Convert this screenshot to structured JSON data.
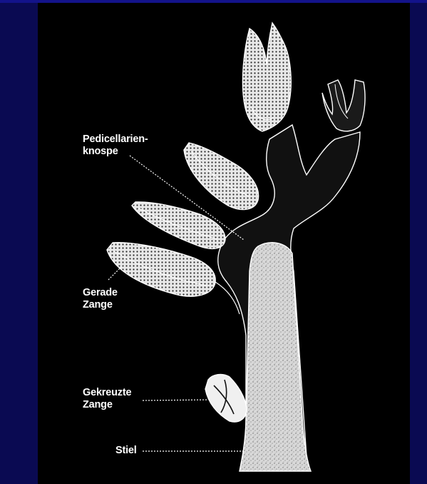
{
  "figure": {
    "labels": {
      "bud_line1": "Pedicellarien-",
      "bud_line2": "knospe",
      "straight_line1": "Gerade",
      "straight_line2": "Zange",
      "crossed_line1": "Gekreuzte",
      "crossed_line2": "Zange",
      "stalk": "Stiel"
    }
  }
}
